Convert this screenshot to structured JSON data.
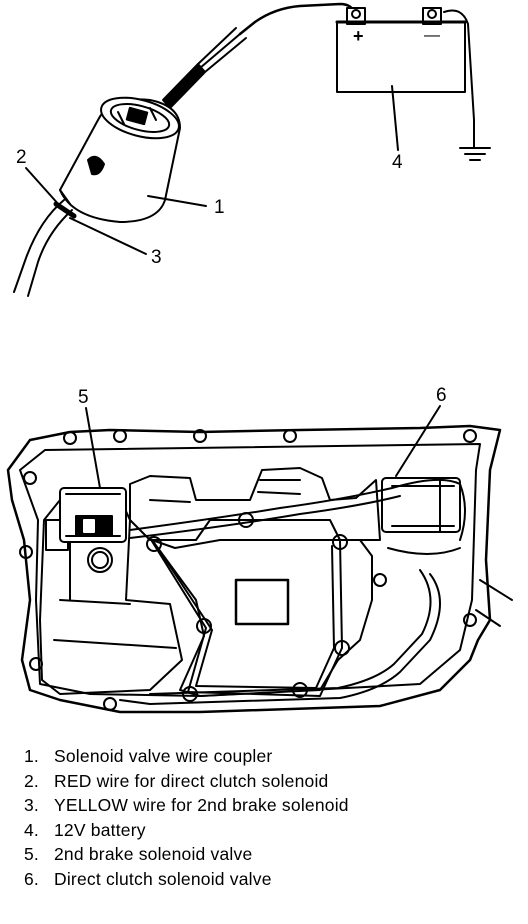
{
  "callouts": {
    "c1": "1",
    "c2": "2",
    "c3": "3",
    "c4": "4",
    "c5": "5",
    "c6": "6"
  },
  "battery": {
    "plus": "+",
    "minus": "—"
  },
  "legend": [
    {
      "num": "1.",
      "text": "Solenoid valve wire coupler"
    },
    {
      "num": "2.",
      "text": "RED wire for direct clutch solenoid"
    },
    {
      "num": "3.",
      "text": "YELLOW wire for 2nd brake solenoid"
    },
    {
      "num": "4.",
      "text": "12V battery"
    },
    {
      "num": "5.",
      "text": "2nd brake solenoid valve"
    },
    {
      "num": "6.",
      "text": "Direct clutch solenoid valve"
    }
  ]
}
